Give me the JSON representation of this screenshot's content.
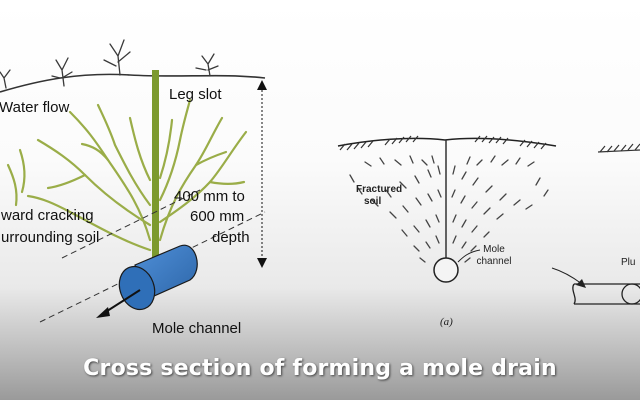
{
  "caption": "Cross section of forming a mole drain",
  "left_diagram": {
    "water_flow": "Water flow",
    "leg_slot": "Leg slot",
    "depth_line1": "400 mm to",
    "depth_line2": "600 mm",
    "depth_line3": "depth",
    "cracking_line1": "ward cracking",
    "cracking_line2": "urrounding soil",
    "mole_channel": "Mole channel",
    "colors": {
      "leg": "#7c9a2e",
      "crack": "#9aad48",
      "channel": "#3d7ec9"
    }
  },
  "right_diagram": {
    "fractured_line1": "Fractured",
    "fractured_line2": "soil",
    "mole_line1": "Mole",
    "mole_line2": "channel",
    "figure_label": "(a)",
    "plug_label": "Plu"
  }
}
